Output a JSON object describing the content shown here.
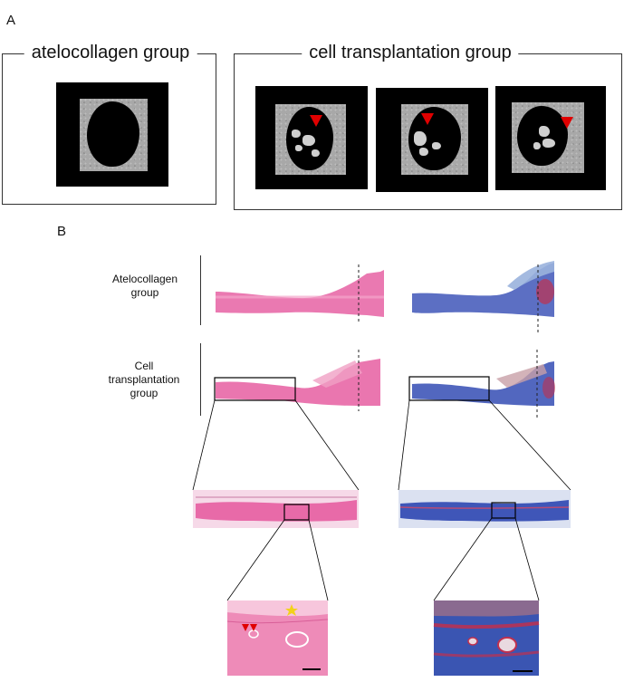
{
  "panel_a": {
    "letter": "A",
    "atelocollagen_title": "atelocollagen group",
    "cell_title": "cell transplantation group"
  },
  "panel_b": {
    "letter": "B",
    "row1_label_line1": "Atelocollagen",
    "row1_label_line2": "group",
    "row2_label_line1": "Cell",
    "row2_label_line2": "transplantation",
    "row2_label_line3": "group"
  },
  "colors": {
    "he_pink": "#e86aa8",
    "mt_blue": "#3f56b8",
    "arrow_red": "#e00000",
    "star_yellow": "#f2d21b"
  }
}
